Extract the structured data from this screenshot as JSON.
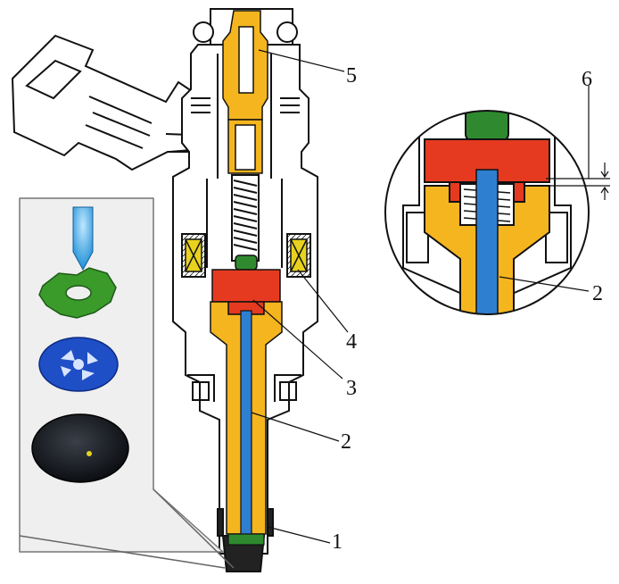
{
  "callouts": [
    "1",
    "2",
    "3",
    "4",
    "5",
    "2",
    "6"
  ],
  "colors": {
    "outline": "#111111",
    "housing": "#ffffff",
    "yellow_part": "#f5b51f",
    "red_part": "#e63a20",
    "blue_needle": "#2f7fd0",
    "green_seal": "#2f8a2f",
    "coil": "#e8d21e",
    "inset_panel": "#efefef"
  },
  "icons": [
    "fuel-spray-icon",
    "green-orifice-disk-icon",
    "blue-swirl-disk-icon",
    "black-nozzle-disk-icon"
  ]
}
